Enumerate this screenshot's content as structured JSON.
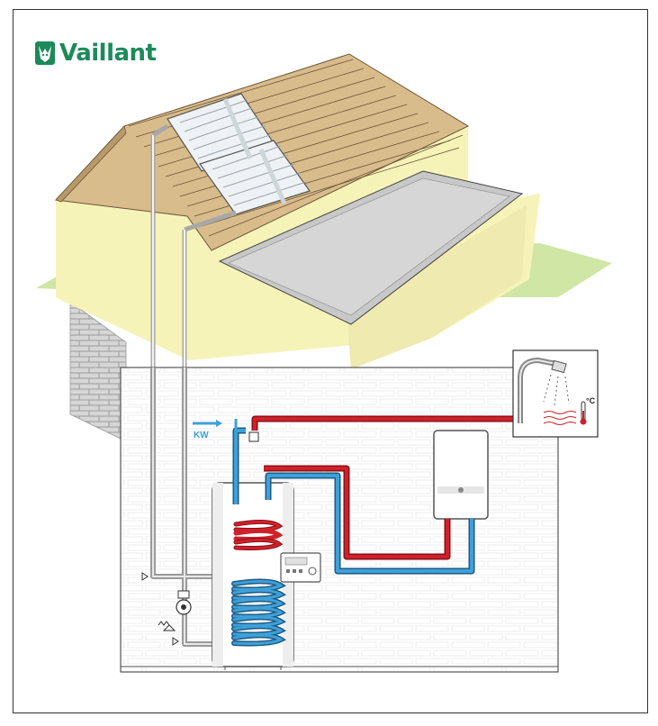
{
  "brand": {
    "name": "Vaillant"
  },
  "labels": {
    "cold_water": "KW",
    "temperature_unit": "°C"
  },
  "colors": {
    "brand_green": "#1c8a5a",
    "hot_pipe": "#d0202a",
    "cold_pipe": "#3fa0d8",
    "solar_pipe": "#a8a8a8",
    "roof": "#d9bc8c",
    "wall": "#f6f3b8",
    "grass": "#cfe6a4",
    "brick": "#c7c7c7"
  }
}
